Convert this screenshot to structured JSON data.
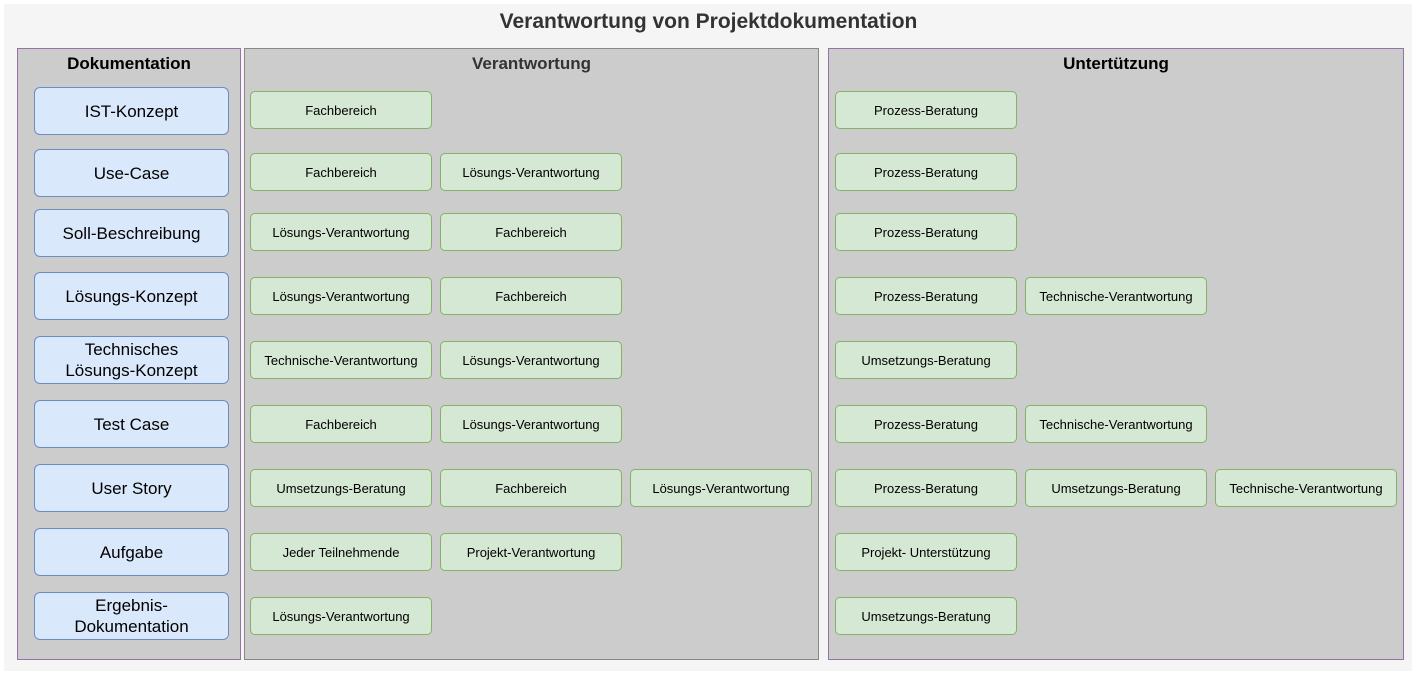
{
  "title": "Verantwortung von Projektdokumentation",
  "columns": {
    "documentation": {
      "header": "Dokumentation"
    },
    "responsibility": {
      "header": "Verantwortung"
    },
    "support": {
      "header": "Untertützung"
    }
  },
  "rows": [
    {
      "document": "IST-Konzept",
      "responsibility": [
        "Fachbereich"
      ],
      "support": [
        "Prozess-Beratung"
      ]
    },
    {
      "document": "Use-Case",
      "responsibility": [
        "Fachbereich",
        "Lösungs-Verantwortung"
      ],
      "support": [
        "Prozess-Beratung"
      ]
    },
    {
      "document": "Soll-Beschreibung",
      "responsibility": [
        "Lösungs-Verantwortung",
        "Fachbereich"
      ],
      "support": [
        "Prozess-Beratung"
      ]
    },
    {
      "document": "Lösungs-Konzept",
      "responsibility": [
        "Lösungs-Verantwortung",
        "Fachbereich"
      ],
      "support": [
        "Prozess-Beratung",
        "Technische-Verantwortung"
      ]
    },
    {
      "document": "Technisches\nLösungs-Konzept",
      "responsibility": [
        "Technische-Verantwortung",
        "Lösungs-Verantwortung"
      ],
      "support": [
        "Umsetzungs-Beratung"
      ]
    },
    {
      "document": "Test Case",
      "responsibility": [
        "Fachbereich",
        "Lösungs-Verantwortung"
      ],
      "support": [
        "Prozess-Beratung",
        "Technische-Verantwortung"
      ]
    },
    {
      "document": "User Story",
      "responsibility": [
        "Umsetzungs-Beratung",
        "Fachbereich",
        "Lösungs-Verantwortung"
      ],
      "support": [
        "Prozess-Beratung",
        "Umsetzungs-Beratung",
        "Technische-Verantwortung"
      ]
    },
    {
      "document": "Aufgabe",
      "responsibility": [
        "Jeder Teilnehmende",
        "Projekt-Verantwortung"
      ],
      "support": [
        "Projekt- Unterstützung"
      ]
    },
    {
      "document": "Ergebnis-\nDokumentation",
      "responsibility": [
        "Lösungs-Verantwortung"
      ],
      "support": [
        "Umsetzungs-Beratung"
      ]
    }
  ],
  "colors": {
    "document_fill": "#dae8fc",
    "document_stroke": "#6c8ebf",
    "role_fill": "#d5e8d4",
    "role_stroke": "#82b366",
    "column_fill": "#cccccc",
    "column_stroke": "#9673a6",
    "background": "#f5f5f5"
  }
}
